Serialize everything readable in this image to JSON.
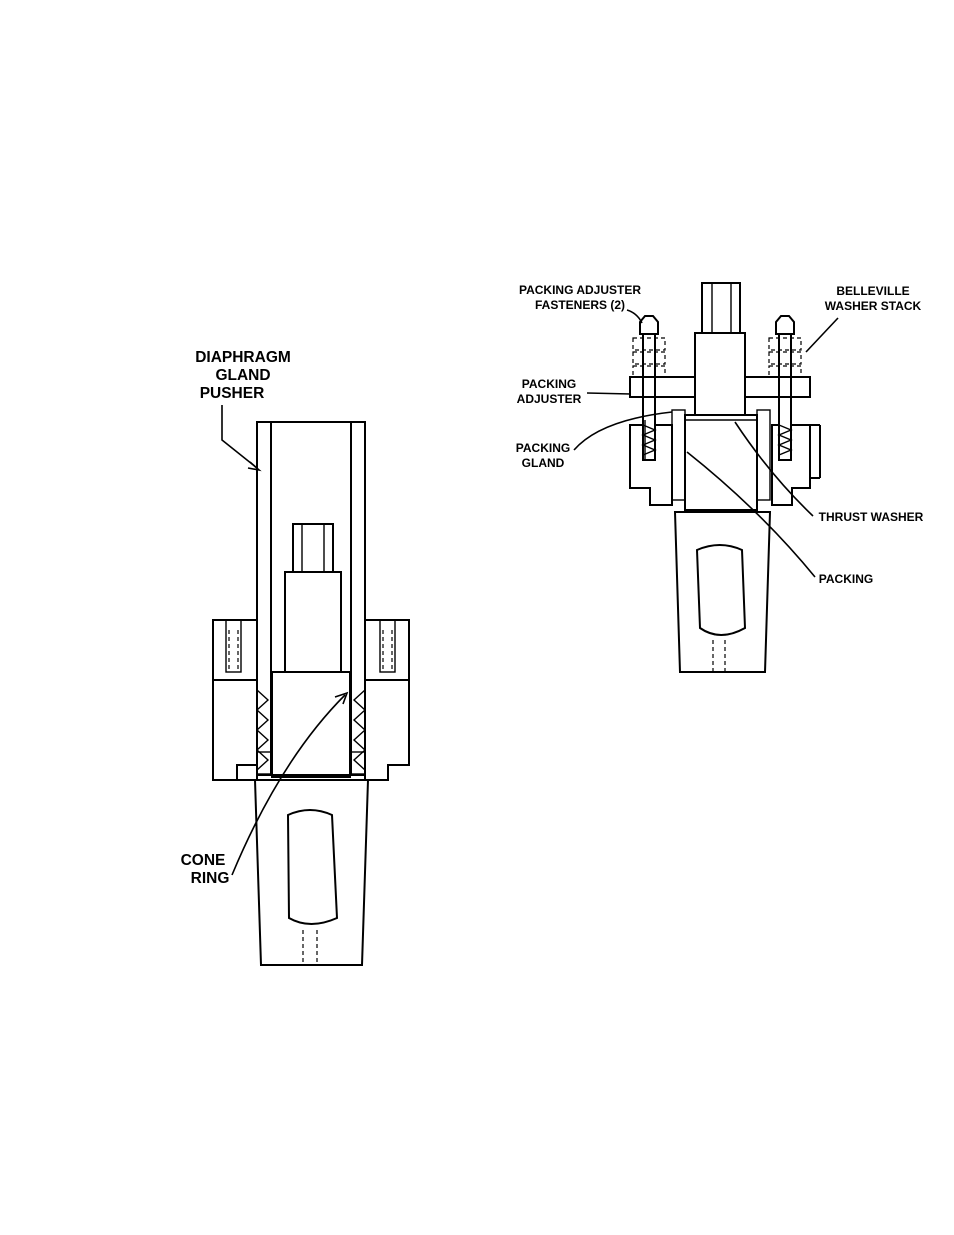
{
  "left_figure": {
    "labels": {
      "diaphragm_line1": "DIAPHRAGM",
      "diaphragm_line2": "GLAND",
      "diaphragm_line3": "PUSHER",
      "cone_line1": "CONE",
      "cone_line2": "RING"
    }
  },
  "right_figure": {
    "labels": {
      "fasteners_line1": "PACKING ADJUSTER",
      "fasteners_line2": "FASTENERS (2)",
      "belleville_line1": "BELLEVILLE",
      "belleville_line2": "WASHER STACK",
      "adjuster_line1": "PACKING",
      "adjuster_line2": "ADJUSTER",
      "gland_line1": "PACKING",
      "gland_line2": "GLAND",
      "thrust_washer": "THRUST WASHER",
      "packing": "PACKING"
    }
  }
}
